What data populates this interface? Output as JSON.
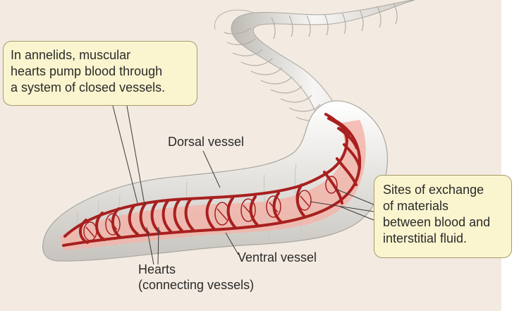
{
  "callouts": {
    "annelids": {
      "lines": [
        "In annelids, muscular",
        "hearts pump blood through",
        "a system of closed vessels."
      ]
    },
    "exchange": {
      "lines": [
        "Sites of exchange",
        "of materials",
        "between blood and",
        "interstitial fluid."
      ]
    }
  },
  "labels": {
    "dorsal_vessel": "Dorsal vessel",
    "ventral_vessel": "Ventral vessel",
    "hearts": [
      "Hearts",
      "(connecting vessels)"
    ]
  },
  "colors": {
    "background": "#f3ebe1",
    "worm_body": "#e9e7e3",
    "blood_vessel": "#a8201f",
    "tissue_glow": "#f2b5aa",
    "callout_fill": "#fbf5cf",
    "callout_border": "#a59a6a"
  }
}
